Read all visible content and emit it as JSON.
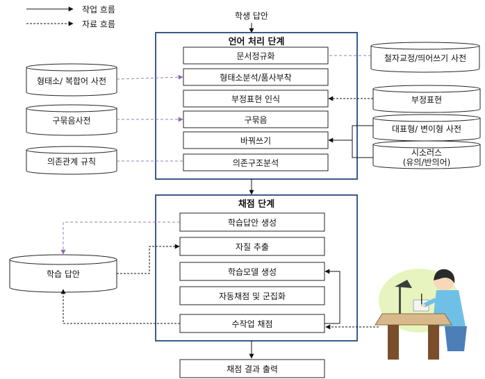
{
  "legend": {
    "work_flow": "작업 흐름",
    "data_flow": "자료 흐름"
  },
  "input_label": "학생 답안",
  "stage1": {
    "title": "언어 처리 단계",
    "steps": [
      "문서정규화",
      "형태소분석/품사부착",
      "부정표현 인식",
      "구묶음",
      "바꿔쓰기",
      "의존구조분석"
    ]
  },
  "stage2": {
    "title": "채점 단계",
    "steps": [
      "학습답안 생성",
      "자질 추출",
      "학습모델 생성",
      "자동채점 및 군집화",
      "수작업 채점"
    ]
  },
  "resources_left": [
    "형태소/ 복합어 사전",
    "구묶음사전",
    "의존관계 규칙",
    "학습 답안"
  ],
  "resources_right": [
    "철자교정/띄어쓰기  사전",
    "부정표현",
    "대표형/ 변이형 사전"
  ],
  "thesaurus": {
    "line1": "시소러스",
    "line2": "(유의/반의어)"
  },
  "output_label": "채점 결과 출력"
}
